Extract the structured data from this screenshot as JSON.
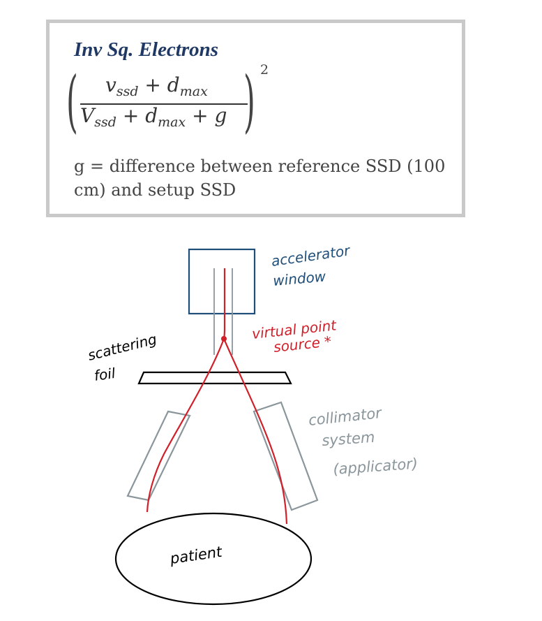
{
  "formula_box": {
    "title": "Inv Sq. Electrons",
    "exponent": "2",
    "numerator": {
      "v": "v",
      "v_sub": "ssd",
      "plus1": "+",
      "d": "d",
      "d_sub": "max"
    },
    "denominator": {
      "v": "V",
      "v_sub": "ssd",
      "plus1": "+",
      "d": "d",
      "d_sub": "max",
      "plus2": "+",
      "g": "g"
    },
    "note": "g = difference between reference SSD (100 cm) and setup SSD"
  },
  "diagram": {
    "labels": {
      "accelerator_line1": "accelerator",
      "accelerator_line2": "window",
      "virtual_line1": "virtual point",
      "virtual_line2": "source *",
      "scattering_line1": "scattering",
      "scattering_line2": "foil",
      "collimator_line1": "collimator",
      "collimator_line2": "system",
      "collimator_line3": "(applicator)",
      "patient": "patient"
    },
    "colors": {
      "accelerator": "#1f4e79",
      "beam": "#d0202a",
      "collimator": "#8a969c",
      "outline": "#000000"
    }
  }
}
